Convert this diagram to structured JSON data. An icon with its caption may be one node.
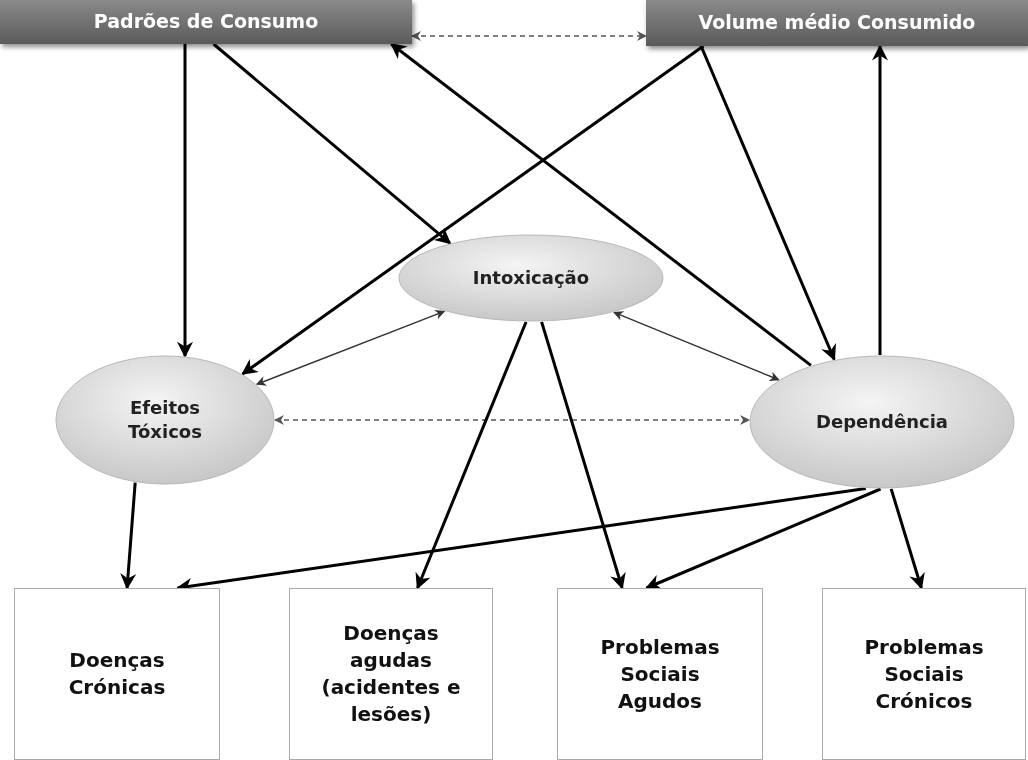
{
  "diagram": {
    "nodes": [
      {
        "text": [
          "Padrões de Consumo"
        ]
      },
      {
        "text": [
          "Volume médio Consumido"
        ]
      },
      {
        "text": [
          "Intoxicação"
        ]
      },
      {
        "text": [
          "Efeitos Tóxicos"
        ]
      },
      {
        "text": [
          "Dependência"
        ]
      },
      {
        "text": [
          "Doenças Crónicas"
        ]
      },
      {
        "text": [
          "Doenças agudas (acidentes e lesões)"
        ]
      },
      {
        "text": [
          "Problemas Sociais Agudos"
        ]
      },
      {
        "text": [
          "Problemas Sociais Crónicos"
        ]
      }
    ],
    "edges": [
      {
        "from": 0,
        "to": 1,
        "arrow": "both",
        "style": "dashed"
      },
      {
        "from": 0,
        "to": 3,
        "arrow": "to"
      },
      {
        "from": 0,
        "to": 2,
        "arrow": "to"
      },
      {
        "from": 1,
        "to": 3,
        "arrow": "to"
      },
      {
        "from": 1,
        "to": 4,
        "arrow": "to"
      },
      {
        "from": 4,
        "to": 0,
        "arrow": "to"
      },
      {
        "from": 4,
        "to": 1,
        "arrow": "to"
      },
      {
        "from": 3,
        "to": 2,
        "arrow": "both"
      },
      {
        "from": 2,
        "to": 4,
        "arrow": "both"
      },
      {
        "from": 3,
        "to": 4,
        "arrow": "both",
        "style": "dashed"
      },
      {
        "from": 3,
        "to": 5,
        "arrow": "to"
      },
      {
        "from": 2,
        "to": 6,
        "arrow": "to"
      },
      {
        "from": 2,
        "to": 7,
        "arrow": "to"
      },
      {
        "from": 4,
        "to": 5,
        "arrow": "to"
      },
      {
        "from": 4,
        "to": 7,
        "arrow": "to"
      },
      {
        "from": 4,
        "to": 8,
        "arrow": "to"
      }
    ]
  }
}
